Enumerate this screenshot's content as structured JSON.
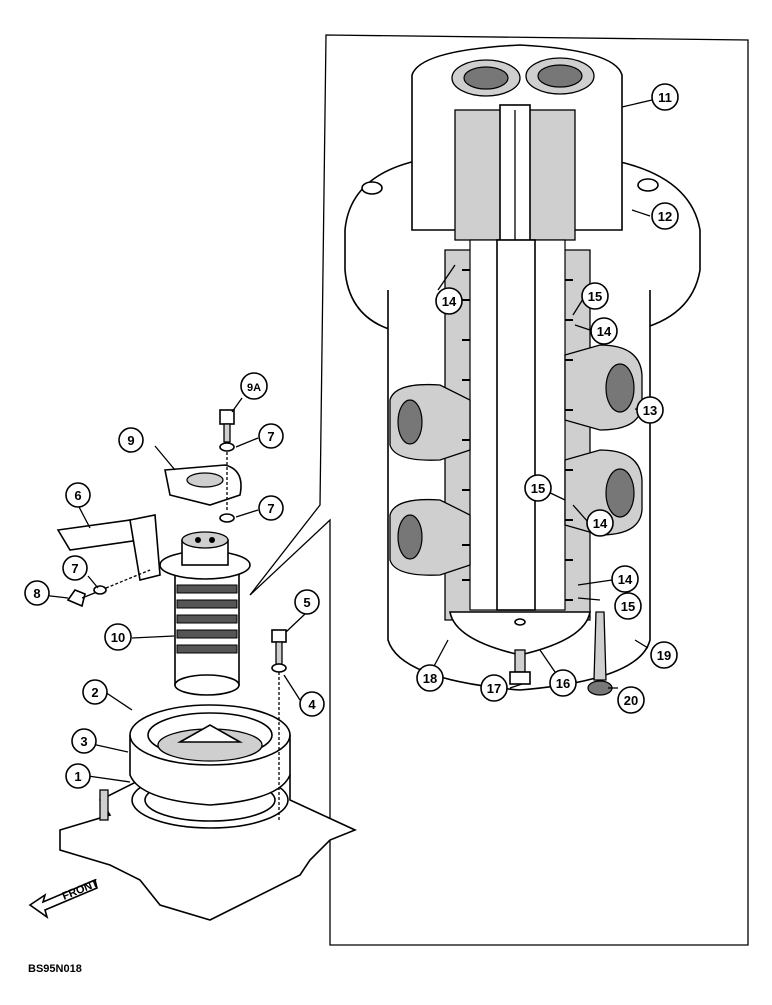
{
  "figure": {
    "ref_code": "BS95N018",
    "front_label": "FRONT"
  },
  "callouts": [
    {
      "id": "c1",
      "label": "1"
    },
    {
      "id": "c2",
      "label": "2"
    },
    {
      "id": "c3",
      "label": "3"
    },
    {
      "id": "c4",
      "label": "4"
    },
    {
      "id": "c5",
      "label": "5"
    },
    {
      "id": "c6",
      "label": "6"
    },
    {
      "id": "c7a",
      "label": "7"
    },
    {
      "id": "c7b",
      "label": "7"
    },
    {
      "id": "c7c",
      "label": "7"
    },
    {
      "id": "c8",
      "label": "8"
    },
    {
      "id": "c9",
      "label": "9"
    },
    {
      "id": "c9a",
      "label": "9A"
    },
    {
      "id": "c10",
      "label": "10"
    },
    {
      "id": "c11",
      "label": "11"
    },
    {
      "id": "c12",
      "label": "12"
    },
    {
      "id": "c13",
      "label": "13"
    },
    {
      "id": "c14a",
      "label": "14"
    },
    {
      "id": "c14b",
      "label": "14"
    },
    {
      "id": "c14c",
      "label": "14"
    },
    {
      "id": "c14d",
      "label": "14"
    },
    {
      "id": "c15a",
      "label": "15"
    },
    {
      "id": "c15b",
      "label": "15"
    },
    {
      "id": "c15c",
      "label": "15"
    },
    {
      "id": "c16",
      "label": "16"
    },
    {
      "id": "c17",
      "label": "17"
    },
    {
      "id": "c18",
      "label": "18"
    },
    {
      "id": "c19",
      "label": "19"
    },
    {
      "id": "c20",
      "label": "20"
    }
  ]
}
